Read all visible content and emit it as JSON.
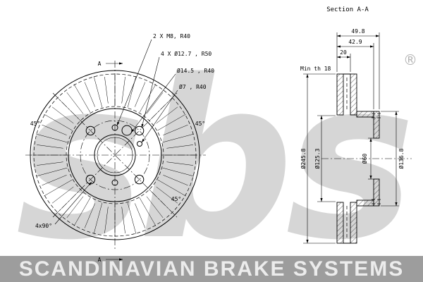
{
  "branding": {
    "logo": "sbs",
    "registered": "®",
    "footer": "SCANDINAVIAN BRAKE SYSTEMS"
  },
  "front_view": {
    "callouts": {
      "m8": "2 X M8, R40",
      "bolt_holes": "4 X Ø12.7 , R50",
      "hole_145": "Ø14.5 , R40",
      "hole_7": "Ø7 , R40"
    },
    "angles": {
      "left": "45°",
      "right": "45°",
      "lower": "45°",
      "pattern": "4x90°"
    },
    "section_marker": "A"
  },
  "section_view": {
    "title": "Section A-A",
    "dims": {
      "total_width": "49.8",
      "inner_width": "42.9",
      "disc_width": "20",
      "min_thickness": "Min th 18",
      "outer_diameter": "Ø245.8",
      "bolt_circle": "Ø125.3",
      "bore": "Ø60",
      "hub_diameter": "Ø136.8"
    }
  }
}
